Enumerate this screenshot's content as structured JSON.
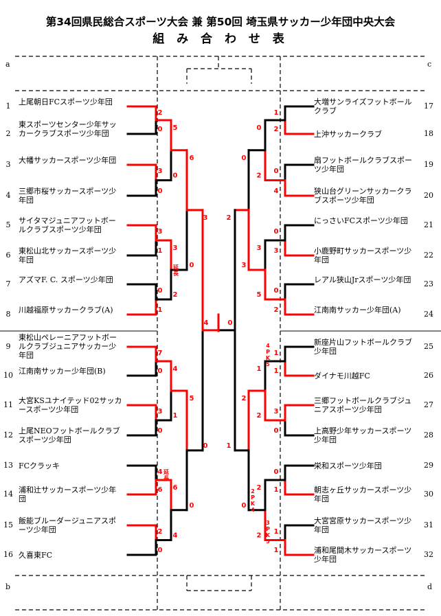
{
  "title": {
    "line1": "第34回県民総合スポーツ大会 兼 第50回 埼玉県サッカー少年団中央大会",
    "line2": "組 み 合 わ せ 表"
  },
  "corners": {
    "a": "a",
    "b": "b",
    "c": "c",
    "d": "d"
  },
  "teams": [
    {
      "no": "1",
      "name": "上尾朝日FCスポーツ少年団"
    },
    {
      "no": "2",
      "name": "東スポーツセンター少年サッカークラブスポーツ少年団"
    },
    {
      "no": "3",
      "name": "大幡サッカースポーツ少年団"
    },
    {
      "no": "4",
      "name": "三郷市桜サッカースポーツ少年団"
    },
    {
      "no": "5",
      "name": "サイタマジュニアフットボールクラブスポーツ少年団"
    },
    {
      "no": "6",
      "name": "東松山北サッカースポーツ少年団"
    },
    {
      "no": "7",
      "name": "アズマF. C. スポーツ少年団"
    },
    {
      "no": "8",
      "name": "川越福原サッカークラブ(A)"
    },
    {
      "no": "9",
      "name": "東松山ペレーニアフットボールクラブジュニアサッカー少年団"
    },
    {
      "no": "10",
      "name": "江南南サッカー少年団(B)"
    },
    {
      "no": "11",
      "name": "大宮KSユナイテッド02サッカースポーツ少年団"
    },
    {
      "no": "12",
      "name": "上尾NEOフットボールクラブスポーツ少年団"
    },
    {
      "no": "13",
      "name": "FCクラッキ"
    },
    {
      "no": "14",
      "name": "浦和辻サッカースポーツ少年団"
    },
    {
      "no": "15",
      "name": "飯能ブルーダージュニアスポーツ少年団"
    },
    {
      "no": "16",
      "name": "久喜東FC"
    },
    {
      "no": "17",
      "name": "大増サンライズフットボールクラブ"
    },
    {
      "no": "18",
      "name": "上沖サッカークラブ"
    },
    {
      "no": "19",
      "name": "扇フットボールクラブスポーツ少年団"
    },
    {
      "no": "20",
      "name": "狭山台グリーンサッカークラブスポーツ少年団"
    },
    {
      "no": "21",
      "name": "にっさいFCスポーツ少年団"
    },
    {
      "no": "22",
      "name": "小鹿野町サッカースポーツ少年団"
    },
    {
      "no": "23",
      "name": "レアル狭山Jrスポーツ少年団"
    },
    {
      "no": "24",
      "name": "江南南サッカー少年団(A)"
    },
    {
      "no": "25",
      "name": "新座片山フットボールクラブ少年団"
    },
    {
      "no": "26",
      "name": "ダイナモ川越FC"
    },
    {
      "no": "27",
      "name": "三郷フットボールクラブジュニアスポーツ少年団"
    },
    {
      "no": "28",
      "name": "上高野少年サッカースポーツ少年団"
    },
    {
      "no": "29",
      "name": "栄和スポーツ少年団"
    },
    {
      "no": "30",
      "name": "朝志ヶ丘サッカースポーツ少年団"
    },
    {
      "no": "31",
      "name": "大宮宮原サッカースポーツ少年団"
    },
    {
      "no": "32",
      "name": "浦和尾間木サッカースポーツ少年団"
    }
  ],
  "scores": {
    "left_r1": [
      [
        "2",
        "0"
      ],
      [
        "3",
        "0"
      ],
      [
        "3",
        "1"
      ],
      [
        "0",
        "1"
      ],
      [
        "7",
        "0"
      ],
      [
        "3",
        "0"
      ],
      [
        "4",
        "6"
      ],
      [
        "2",
        "0"
      ]
    ],
    "left_r2": [
      [
        "5",
        "0"
      ],
      [
        "3",
        "2"
      ],
      [
        "4",
        "1"
      ],
      [
        "6",
        "4"
      ]
    ],
    "left_r3": [
      [
        "6",
        "0"
      ],
      [
        "5",
        "0"
      ]
    ],
    "left_sf": [
      "3",
      "0"
    ],
    "right_r1": [
      [
        "1",
        "2"
      ],
      [
        "0",
        "4"
      ],
      [
        "0",
        "3"
      ],
      [
        "0",
        "2"
      ],
      [
        "1",
        "1"
      ],
      [
        "3",
        "0"
      ],
      [
        "0",
        "1"
      ],
      [
        "1",
        "1"
      ]
    ],
    "right_r2": [
      [
        "0",
        "2"
      ],
      [
        "3",
        "5"
      ],
      [
        "1",
        "2"
      ],
      [
        "2",
        "2"
      ]
    ],
    "right_r3": [
      [
        "0",
        "3"
      ],
      [
        "2",
        "0"
      ]
    ],
    "right_sf": [
      "2",
      "1"
    ],
    "final": [
      "4",
      "0"
    ],
    "notes": {
      "extra_time": "延長",
      "pk_25_26": "4PK5",
      "pk_29_30": "2PK4",
      "pk_31_32": "3PK5"
    }
  },
  "colors": {
    "win": "#ff0000",
    "normal": "#000000"
  }
}
